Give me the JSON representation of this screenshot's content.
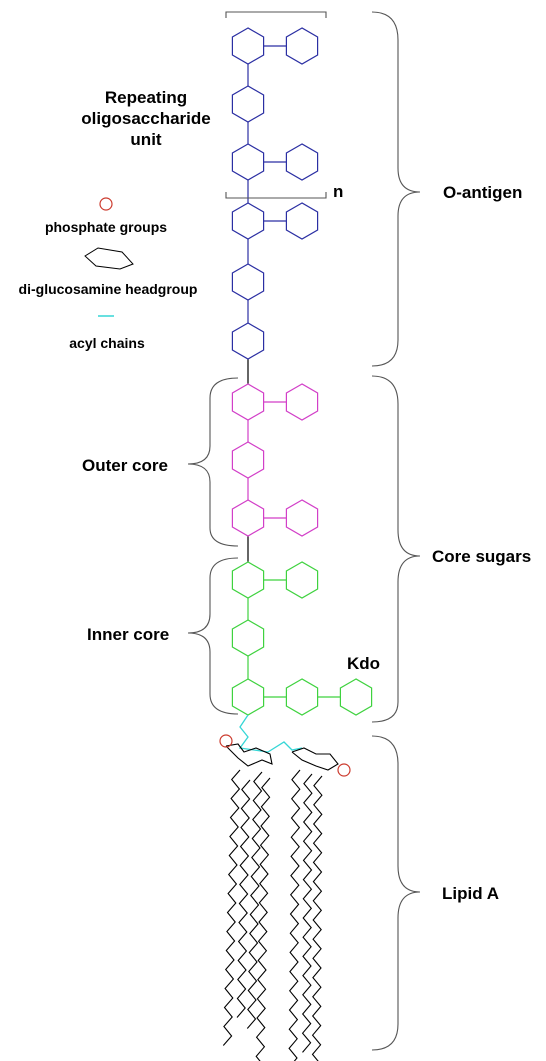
{
  "labels": {
    "repeating_line1": "Repeating",
    "repeating_line2": "oligosaccharide",
    "repeating_line3": "unit",
    "n": "n",
    "o_antigen": "O-antigen",
    "core_sugars": "Core sugars",
    "lipid_a": "Lipid A",
    "outer_core": "Outer core",
    "inner_core": "Inner core",
    "kdo": "Kdo"
  },
  "legend": [
    {
      "key": "phosphate",
      "label": "phosphate groups",
      "icon": "circle-icon"
    },
    {
      "key": "headgroup",
      "label": "di-glucosamine headgroup",
      "icon": "chair-ring-icon"
    },
    {
      "key": "acyl",
      "label": "acyl chains",
      "icon": "cyan-line-icon"
    }
  ],
  "colors": {
    "o_antigen": "#2b2fa3",
    "outer_core": "#d23fc8",
    "inner_core": "#3fd23f",
    "acyl_link": "#35d6d6",
    "phosphate": "#cc3b2e",
    "lipid": "#000000",
    "brace": "#555555"
  }
}
